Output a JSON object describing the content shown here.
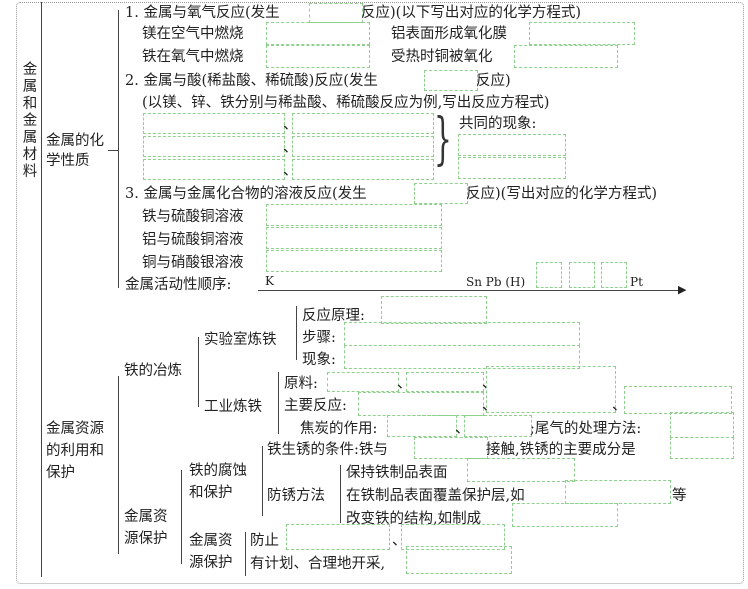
{
  "root": "金属和金属材料",
  "chem": {
    "title": "金属的化学性质",
    "title_l1": "金属的化",
    "title_l2": "学性质",
    "s1": {
      "a": "1. 金属与氧气反应(发生",
      "b": "反应)(以下写出对应的化学方程式)"
    },
    "mg": "镁在空气中燃烧",
    "al_film": "铝表面形成氧化膜",
    "fe_o2": "铁在氧气中燃烧",
    "cu_heat": "受热时铜被氧化",
    "s2": {
      "a": "2. 金属与酸(稀盐酸、稀硫酸)反应(发生",
      "b": "反应)"
    },
    "s2_note": "(以镁、锌、铁分别与稀盐酸、稀硫酸反应为例,写出反应方程式)",
    "common": "共同的现象:",
    "dun": "、",
    "s3": {
      "a": "3. 金属与金属化合物的溶液反应(发生",
      "b": "反应)(写出对应的化学方程式)"
    },
    "fe_cuso4": "铁与硫酸铜溶液",
    "al_cuso4": "铝与硫酸铜溶液",
    "cu_agno3": "铜与硝酸银溶液",
    "activity": "金属活动性顺序:",
    "k": "K",
    "snpb": "Sn Pb (H)",
    "pt": "Pt"
  },
  "res": {
    "title_l1": "金属资源",
    "title_l2": "的利用和",
    "title_l3": "保护",
    "smelt": "铁的冶炼",
    "lab": "实验室炼铁",
    "principle": "反应原理:",
    "steps": "步骤:",
    "phen": "现象:",
    "ind": "工业炼铁",
    "raw": "原料:",
    "main_rx": "主要反应:",
    "coke": "焦炭的作用:",
    "tail": ";尾气的处理方法:",
    "protect_l1": "金属资",
    "protect_l2": "源保护",
    "corr_l1": "铁的腐蚀",
    "corr_l2": "和保护",
    "rust_a": "铁生锈的条件:铁与",
    "rust_b": "接触,铁锈的主要成分是",
    "prevent": "防锈方法",
    "keep": "保持铁制品表面",
    "coat_a": "在铁制品表面覆盖保护层,如",
    "coat_b": "等",
    "alloy": "改变铁的结构,如制成",
    "mres_l1": "金属资",
    "mres_l2": "源保护",
    "avoid": "防止",
    "plan": "有计划、合理地开采,"
  }
}
